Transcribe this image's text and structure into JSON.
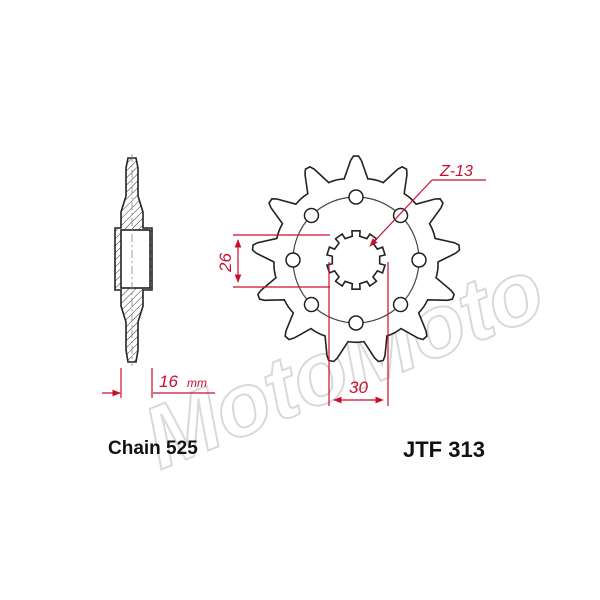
{
  "chain_label": "Chain 525",
  "part_number": "JTF 313",
  "teeth_label": "Z-13",
  "dimensions": {
    "thickness": "16",
    "thickness_unit": "mm",
    "height": "26",
    "width": "30"
  },
  "watermark_text": "MotoMoto",
  "colors": {
    "outline": "#222222",
    "dimension": "#c8102e",
    "hatch": "#333333",
    "watermark": "#d9d9d9"
  }
}
